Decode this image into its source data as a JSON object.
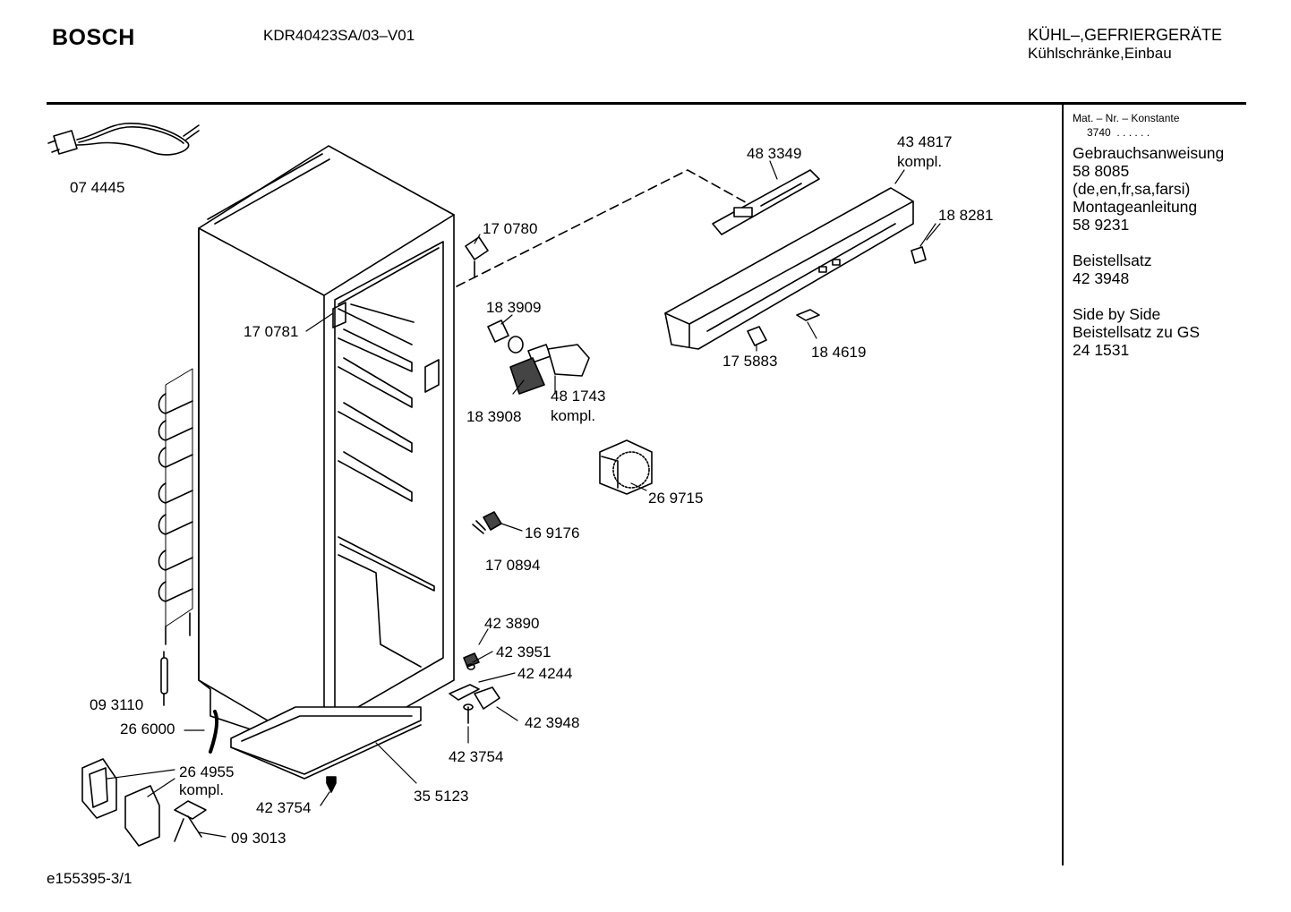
{
  "header": {
    "brand": "BOSCH",
    "model": "KDR40423SA/03–V01",
    "category_line1": "KÜHL–,GEFRIERGERÄTE",
    "category_line2": "Kühlschränke,Einbau"
  },
  "sidebar": {
    "constant_label": "Mat. – Nr. – Konstante",
    "constant_value": "3740",
    "constant_dots": ". . . . . .",
    "line1": "Gebrauchsanweisung",
    "line2": "58 8085",
    "line3": "(de,en,fr,sa,farsi)",
    "line4": "Montageanleitung",
    "line5": "58 9231",
    "line6": "Beistellsatz",
    "line7": "42 3948",
    "line8": "Side by Side",
    "line9": "Beistellsatz zu GS",
    "line10": "24 1531"
  },
  "parts": {
    "p074445": "07 4445",
    "p170780": "17 0780",
    "p170781": "17 0781",
    "p183909": "18 3909",
    "p481743": "48 1743",
    "p481743b": "kompl.",
    "p183908": "18 3908",
    "p483349": "48 3349",
    "p434817": "43 4817",
    "p434817b": "kompl.",
    "p188281": "18 8281",
    "p175883": "17 5883",
    "p184619": "18 4619",
    "p269715": "26 9715",
    "p169176": "16 9176",
    "p170894": "17 0894",
    "p423890": "42 3890",
    "p423951": "42 3951",
    "p424244": "42 4244",
    "p423948": "42 3948",
    "p423754a": "42 3754",
    "p093110": "09 3110",
    "p266000": "26 6000",
    "p264955": "26 4955",
    "p264955b": "kompl.",
    "p423754b": "42 3754",
    "p355123": "35 5123",
    "p093013": "09 3013"
  },
  "footer": {
    "code": "e155395-3/1"
  }
}
